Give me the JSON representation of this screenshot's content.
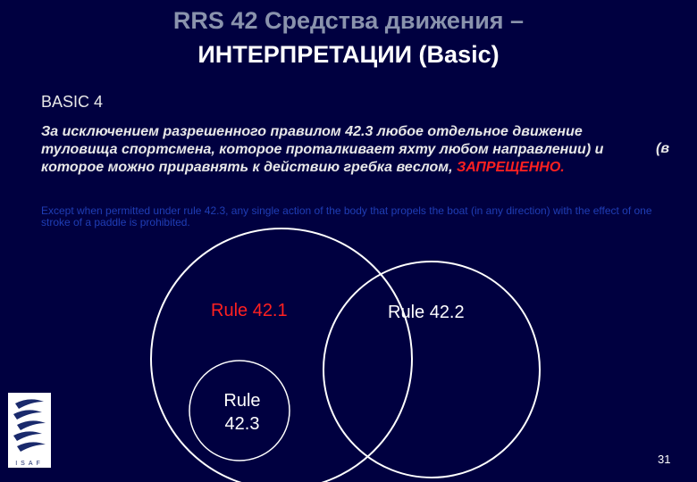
{
  "slide": {
    "title_line1": "RRS 42 Средства движения –",
    "title_line2": "ИНТЕРПРЕТАЦИИ (Basic)",
    "basic_label": "BASIC 4",
    "rule_text_main": "За исключением разрешенного правилом 42.3 любое отдельное движение туловища спортсмена, которое проталкивает яхту любом направлении) и которое можно приравнять к действию гребка веслом, ",
    "rule_text_side": "(в",
    "rule_text_red": "ЗАПРЕЩЕННО.",
    "english_text": "Except when permitted under rule 42.3, any single action of the body that propels the boat (in any direction) with the effect of one stroke of a paddle is prohibited.",
    "venn": {
      "rule_421": "Rule 42.1",
      "rule_422": "Rule 42.2",
      "rule_423_line1": "Rule",
      "rule_423_line2": "42.3"
    },
    "logo": {
      "text": "ISAF",
      "icon": "isaf-logo-icon"
    },
    "page_number": "31"
  },
  "colors": {
    "background": "#000040",
    "title_grey": "#8a93ad",
    "accent_red": "#ff2020",
    "english_blue": "#1f3db5"
  }
}
